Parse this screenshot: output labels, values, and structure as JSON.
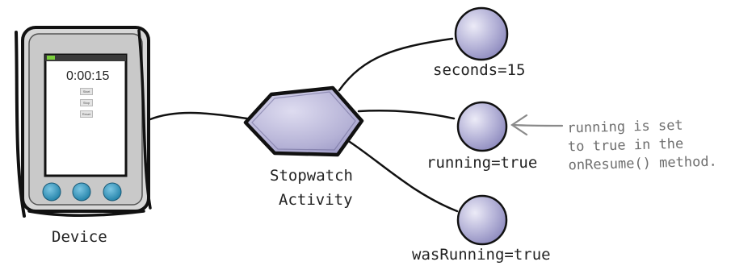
{
  "device": {
    "label": "Device",
    "timer": "0:00:15",
    "buttons": [
      "Start",
      "Stop",
      "Reset"
    ]
  },
  "activity": {
    "line1": "Stopwatch",
    "line2": "Activity"
  },
  "variables": [
    {
      "label": "seconds=15"
    },
    {
      "label": "running=true"
    },
    {
      "label": "wasRunning=true"
    }
  ],
  "annotation": {
    "lines": [
      "running is set",
      "to true in the",
      "onResume() method."
    ]
  },
  "colors": {
    "node_fill": "#b7b5d8",
    "node_stroke": "#111111",
    "annotation": "#6e6e6e",
    "device_body": "#d9d9d9",
    "device_buttons": "#2e8fb5"
  }
}
